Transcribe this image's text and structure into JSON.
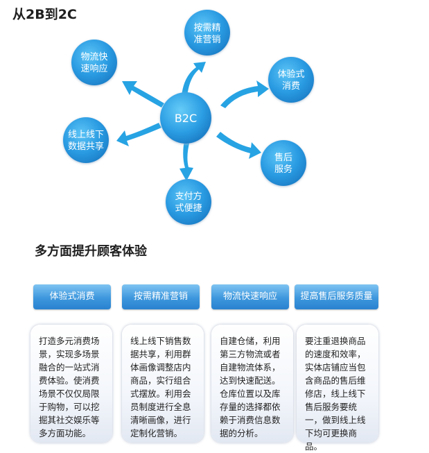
{
  "section1_title": "从2B到2C",
  "hub": {
    "label": "B2C"
  },
  "nodes": [
    {
      "lines": [
        "按需精",
        "准营销"
      ]
    },
    {
      "lines": [
        "物流快",
        "速响应"
      ]
    },
    {
      "lines": [
        "体验式",
        "消费"
      ]
    },
    {
      "lines": [
        "线上线下",
        "数据共享"
      ]
    },
    {
      "lines": [
        "售后",
        "服务"
      ]
    },
    {
      "lines": [
        "支付方",
        "式便捷"
      ]
    }
  ],
  "section2_title": "多方面提升顾客体验",
  "columns": [
    {
      "tab": "体验式消费",
      "text": "打造多元消费场景，实现多场景融合的一站式消费体验。使消费场景不仅仅局限于购物，可以挖掘其社交娱乐等多方面功能。"
    },
    {
      "tab": "按需精准营销",
      "text": "线上线下销售数据共享，利用群体画像调整店内商品，实行组合式摆放。利用会员制度进行全息清晰画像，进行定制化营销。"
    },
    {
      "tab": "物流快速响应",
      "text": "自建仓储，利用第三方物流或者自建物流体系，达到快速配送。仓库位置以及库存量的选择都依赖于消费信息数据的分析。"
    },
    {
      "tab": "提高售后服务质量",
      "text": "要注重退换商品的速度和效率，实体店铺应当包含商品的售后维修店，线上线下售后服务要统一，做到线上线下均可更换商品。"
    }
  ],
  "colors": {
    "accent": "#2a9be2",
    "arrow": "#27a3e3"
  }
}
